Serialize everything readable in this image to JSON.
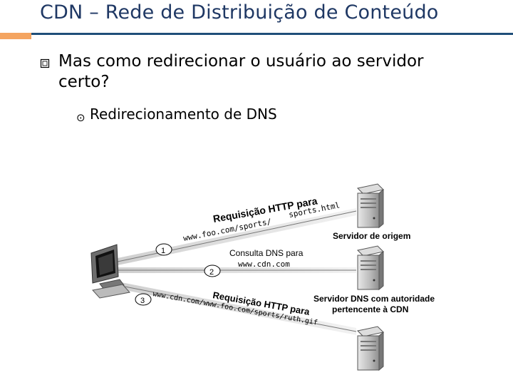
{
  "slide": {
    "title": "CDN – Rede de Distribuição de Conteúdo",
    "bullet1": "Mas como redirecionar o usuário ao servidor certo?",
    "bullet2": "Redirecionamento de DNS"
  },
  "diagram": {
    "origin_server_label": "Servidor de origem",
    "dns_server_label_line1": "Servidor DNS com autoridade",
    "dns_server_label_line2": "pertencente à CDN",
    "step1_number": "1",
    "step2_number": "2",
    "step3_number": "3",
    "step1_label": "Requisição HTTP para",
    "step1_url_part1": "www.foo.com/sports/",
    "step1_url_part2": "sports.html",
    "step2_label": "Consulta DNS para",
    "step2_host": "www.cdn.com",
    "step3_label": "Requisição HTTP para",
    "step3_url": "www.cdn.com/www.foo.com/sports/ruth.gif"
  },
  "colors": {
    "title": "#1f3864",
    "rule": "#1f4e79",
    "accent": "#f4a460"
  }
}
